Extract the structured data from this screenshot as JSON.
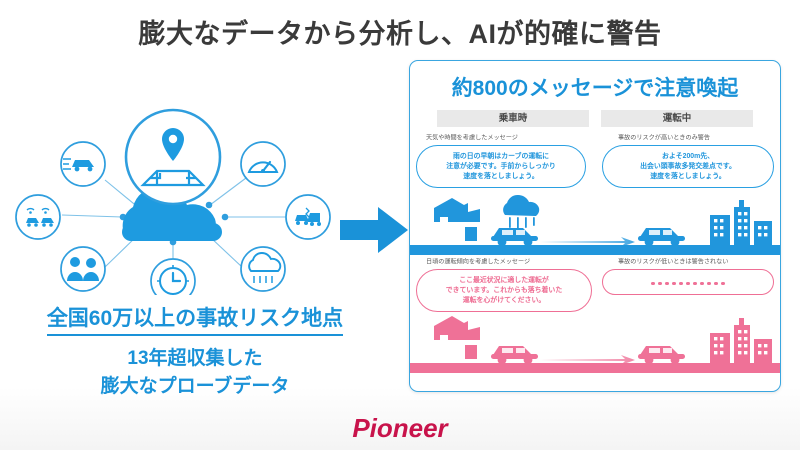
{
  "slide": {
    "title": "膨大なデータから分析し、AIが的確に警告",
    "brand": "Pioneer",
    "accent_blue": "#1a92d8",
    "accent_pink": "#ee6c92",
    "brand_color": "#c8134b",
    "title_color": "#3a3a3a"
  },
  "left": {
    "hub_icon": "cloud-icon",
    "top_icon": "map-pin-icon",
    "satellites": [
      {
        "name": "speeding-car-icon",
        "label": "speeding car"
      },
      {
        "name": "v2v-cars-wifi-icon",
        "label": "connected cars"
      },
      {
        "name": "people-icon",
        "label": "drivers"
      },
      {
        "name": "clock-icon",
        "label": "time"
      },
      {
        "name": "rain-cloud-icon",
        "label": "weather"
      },
      {
        "name": "collision-icon",
        "label": "accident"
      },
      {
        "name": "speedometer-icon",
        "label": "speed"
      }
    ],
    "caption_line1": "全国60万以上の事故リスク地点",
    "caption_line2": "13年超収集した",
    "caption_line3": "膨大なプローブデータ"
  },
  "arrow": {
    "name": "right-arrow-icon",
    "color": "#1a92d8"
  },
  "panel": {
    "heading": "約800のメッセージで注意喚起",
    "tabs": [
      {
        "label": "乗車時"
      },
      {
        "label": "運転中"
      }
    ],
    "messages": [
      {
        "caption": "天気や時間を考慮したメッセージ",
        "tone": "blue",
        "lines": [
          "雨の日の早朝はカーブの運転に",
          "注意が必要です。手前からしっかり",
          "速度を落としましょう。"
        ]
      },
      {
        "caption": "事故のリスクが高いときのみ警告",
        "tone": "blue",
        "lines": [
          "およそ200m先、",
          "出会い頭事故多発交差点です。",
          "速度を落としましょう。"
        ]
      },
      {
        "caption": "日頃の運転傾向を考慮したメッセージ",
        "tone": "pink",
        "lines": [
          "ここ最近状況に適した運転が",
          "できています。これからも落ち着いた",
          "運転を心がけてください。"
        ]
      },
      {
        "caption": "事故のリスクが低いときは警告されない",
        "tone": "pink",
        "lines": [],
        "dots": 11
      }
    ],
    "scenes": [
      {
        "name": "city-scene-blue",
        "color": "#2196dc",
        "has_rain_cloud": true
      },
      {
        "name": "city-scene-pink",
        "color": "#ef7197",
        "has_rain_cloud": false
      }
    ]
  }
}
